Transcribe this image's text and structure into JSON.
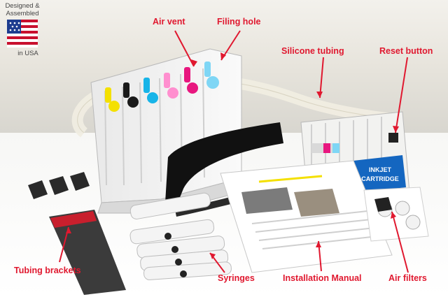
{
  "badge": {
    "line1": "Designed &",
    "line2": "Assembled",
    "line3": "in USA"
  },
  "labels": {
    "air_vent": "Air vent",
    "filing_hole": "Filing hole",
    "silicone_tubing": "Silicone tubing",
    "reset_button": "Reset button",
    "tubing_brackets": "Tubing brackets",
    "syringes": "Syringes",
    "installation_manual": "Installation Manual",
    "air_filters": "Air filters"
  },
  "cartridge": {
    "line1": "INKJET",
    "line2": "CARTRIDGE"
  },
  "colors": {
    "annotation_red": "#e0182f",
    "ink_yellow": "#f4e000",
    "ink_black": "#1a1a1a",
    "ink_cyan": "#17b4e8",
    "ink_magenta": "#e8177f",
    "ink_light_magenta": "#ff8fcf",
    "ink_light_cyan": "#7fd6f5",
    "label_blue": "#1466c0"
  }
}
